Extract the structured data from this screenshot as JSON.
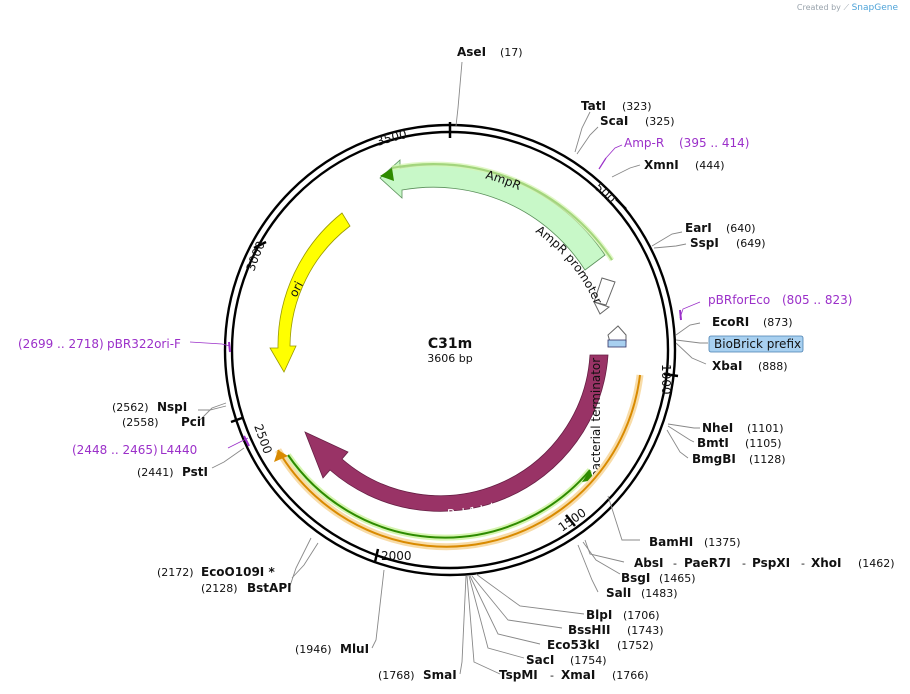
{
  "credit": {
    "prefix": "Created by",
    "brand": "SnapGene"
  },
  "plasmid": {
    "name": "C31m",
    "size_label": "3606 bp"
  },
  "ticks": [
    "3500",
    "500",
    "3000",
    "1000",
    "2500",
    "1500",
    "2000"
  ],
  "features": {
    "ampr": "AmpR",
    "ampr_promoter": "AmpR promoter",
    "ori": "ori",
    "bact_term": "bacterial terminator",
    "bxb1": "Bxb1 Integrase",
    "biobrick": "BioBrick prefix"
  },
  "enzymes": {
    "asei": {
      "name": "AseI",
      "pos": "(17)"
    },
    "tati": {
      "name": "TatI",
      "pos": "(323)"
    },
    "scai": {
      "name": "ScaI",
      "pos": "(325)"
    },
    "xmni": {
      "name": "XmnI",
      "pos": "(444)"
    },
    "eari": {
      "name": "EarI",
      "pos": "(640)"
    },
    "sspi": {
      "name": "SspI",
      "pos": "(649)"
    },
    "ecori": {
      "name": "EcoRI",
      "pos": "(873)"
    },
    "xbai": {
      "name": "XbaI",
      "pos": "(888)"
    },
    "nhei": {
      "name": "NheI",
      "pos": "(1101)"
    },
    "bmti": {
      "name": "BmtI",
      "pos": "(1105)"
    },
    "bmgbi": {
      "name": "BmgBI",
      "pos": "(1128)"
    },
    "bamhi": {
      "name": "BamHI",
      "pos": "(1375)"
    },
    "absi_group": {
      "n1": "AbsI",
      "sep1": "-",
      "n2": "PaeR7I",
      "sep2": "-",
      "n3": "PspXI",
      "sep3": "-",
      "n4": "XhoI",
      "pos": "(1462)"
    },
    "bsgi": {
      "name": "BsgI",
      "pos": "(1465)"
    },
    "sali": {
      "name": "SalI",
      "pos": "(1483)"
    },
    "blpi": {
      "name": "BlpI",
      "pos": "(1706)"
    },
    "bsshii": {
      "name": "BssHII",
      "pos": "(1743)"
    },
    "eco53ki": {
      "name": "Eco53kI",
      "pos": "(1752)"
    },
    "saci": {
      "name": "SacI",
      "pos": "(1754)"
    },
    "tspmi_group": {
      "n1": "TspMI",
      "sep": "-",
      "n2": "XmaI",
      "pos": "(1766)"
    },
    "smai": {
      "name": "SmaI",
      "pos": "(1768)"
    },
    "mlui": {
      "name": "MluI",
      "pos": "(1946)"
    },
    "bstapi": {
      "name": "BstAPI",
      "pos": "(2128)"
    },
    "eco0109i": {
      "name": "EcoO109I *",
      "pos": "(2172)"
    },
    "psti": {
      "name": "PstI",
      "pos": "(2441)"
    },
    "pcii": {
      "name": "PciI",
      "pos": "(2558)"
    },
    "nspi": {
      "name": "NspI",
      "pos": "(2562)"
    }
  },
  "primers": {
    "ampr_primer": {
      "name": "Amp-R",
      "pos": "(395 .. 414)"
    },
    "pbrforeco": {
      "name": "pBRforEco",
      "pos": "(805 .. 823)"
    },
    "pbr322ori": {
      "name": "pBR322ori-F",
      "pos": "(2699 .. 2718)"
    },
    "l4440": {
      "name": "L4440",
      "pos": "(2448 .. 2465)"
    }
  },
  "colors": {
    "ampr": "#c8f8c8",
    "ori": "#ffff00",
    "bxb1": "#993366",
    "biobrick": "#a8d0f0",
    "primer": "#9b30c9",
    "arrow_green": "#2e8b00",
    "arrow_orange": "#d98a00"
  }
}
